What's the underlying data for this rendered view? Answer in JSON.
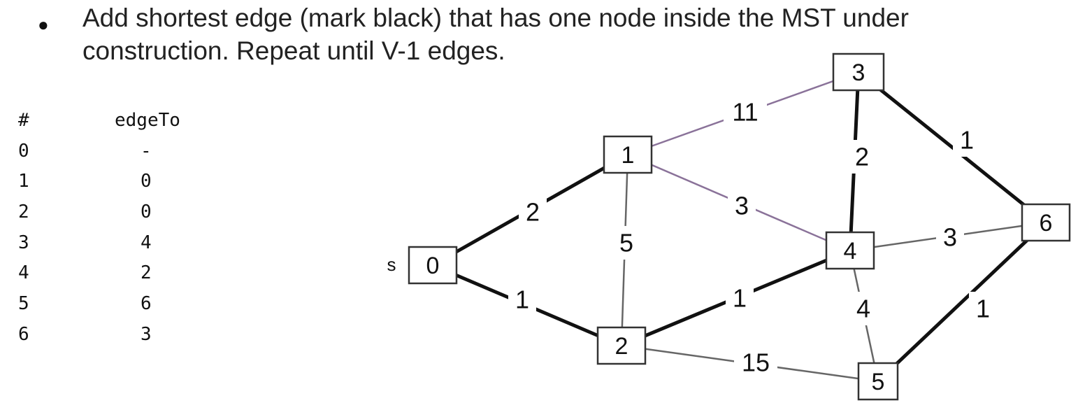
{
  "slide": {
    "bullet": "●",
    "heading_lines": [
      "Add shortest edge (mark black) that has one node inside the MST under",
      "construction. Repeat until V-1 edges."
    ]
  },
  "table": {
    "headers": [
      "#",
      "edgeTo"
    ],
    "rows": [
      {
        "id": "0",
        "edgeTo": "-"
      },
      {
        "id": "1",
        "edgeTo": "0"
      },
      {
        "id": "2",
        "edgeTo": "0"
      },
      {
        "id": "3",
        "edgeTo": "4"
      },
      {
        "id": "4",
        "edgeTo": "2"
      },
      {
        "id": "5",
        "edgeTo": "6"
      },
      {
        "id": "6",
        "edgeTo": "3"
      }
    ]
  },
  "graph": {
    "source_label": "s",
    "colors": {
      "mst_edge": "#111111",
      "other_edge": "#666666",
      "highlight_edge": "#8a7299"
    },
    "nodes": [
      {
        "id": "0"
      },
      {
        "id": "1"
      },
      {
        "id": "2"
      },
      {
        "id": "3"
      },
      {
        "id": "4"
      },
      {
        "id": "5"
      },
      {
        "id": "6"
      }
    ],
    "edges": [
      {
        "from": "0",
        "to": "1",
        "weight": "2",
        "in_mst": true
      },
      {
        "from": "0",
        "to": "2",
        "weight": "1",
        "in_mst": true
      },
      {
        "from": "1",
        "to": "3",
        "weight": "11",
        "in_mst": false,
        "highlight": true
      },
      {
        "from": "1",
        "to": "4",
        "weight": "3",
        "in_mst": false,
        "highlight": true
      },
      {
        "from": "1",
        "to": "2",
        "weight": "5",
        "in_mst": false
      },
      {
        "from": "2",
        "to": "4",
        "weight": "1",
        "in_mst": true
      },
      {
        "from": "2",
        "to": "5",
        "weight": "15",
        "in_mst": false
      },
      {
        "from": "3",
        "to": "4",
        "weight": "2",
        "in_mst": true
      },
      {
        "from": "3",
        "to": "6",
        "weight": "1",
        "in_mst": true
      },
      {
        "from": "4",
        "to": "6",
        "weight": "3",
        "in_mst": false
      },
      {
        "from": "4",
        "to": "5",
        "weight": "4",
        "in_mst": false
      },
      {
        "from": "5",
        "to": "6",
        "weight": "1",
        "in_mst": true
      }
    ]
  }
}
